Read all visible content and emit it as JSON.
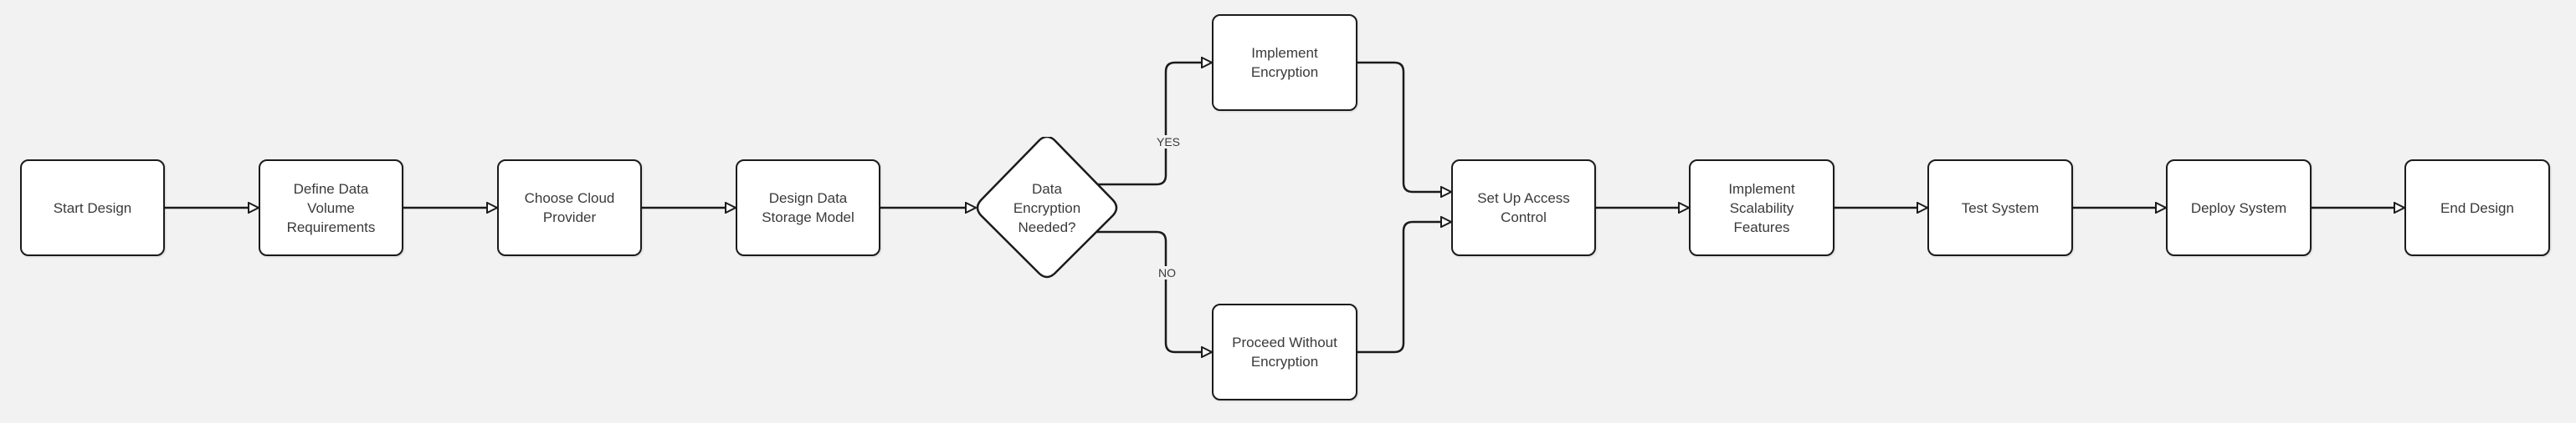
{
  "diagram": {
    "nodes": {
      "start": "Start Design",
      "define": "Define Data\nVolume\nRequirements",
      "cloud": "Choose Cloud\nProvider",
      "storage": "Design Data\nStorage Model",
      "decision": "Data\nEncryption\nNeeded?",
      "encrypt": "Implement\nEncryption",
      "noencrypt": "Proceed Without\nEncryption",
      "access": "Set Up Access\nControl",
      "scale": "Implement\nScalability\nFeatures",
      "test": "Test System",
      "deploy": "Deploy System",
      "end": "End Design"
    },
    "edge_labels": {
      "yes": "YES",
      "no": "NO"
    },
    "colors": {
      "background": "#f2f2f2",
      "node_fill": "#ffffff",
      "stroke": "#1b1b1b",
      "text": "#3a3a3a"
    }
  }
}
